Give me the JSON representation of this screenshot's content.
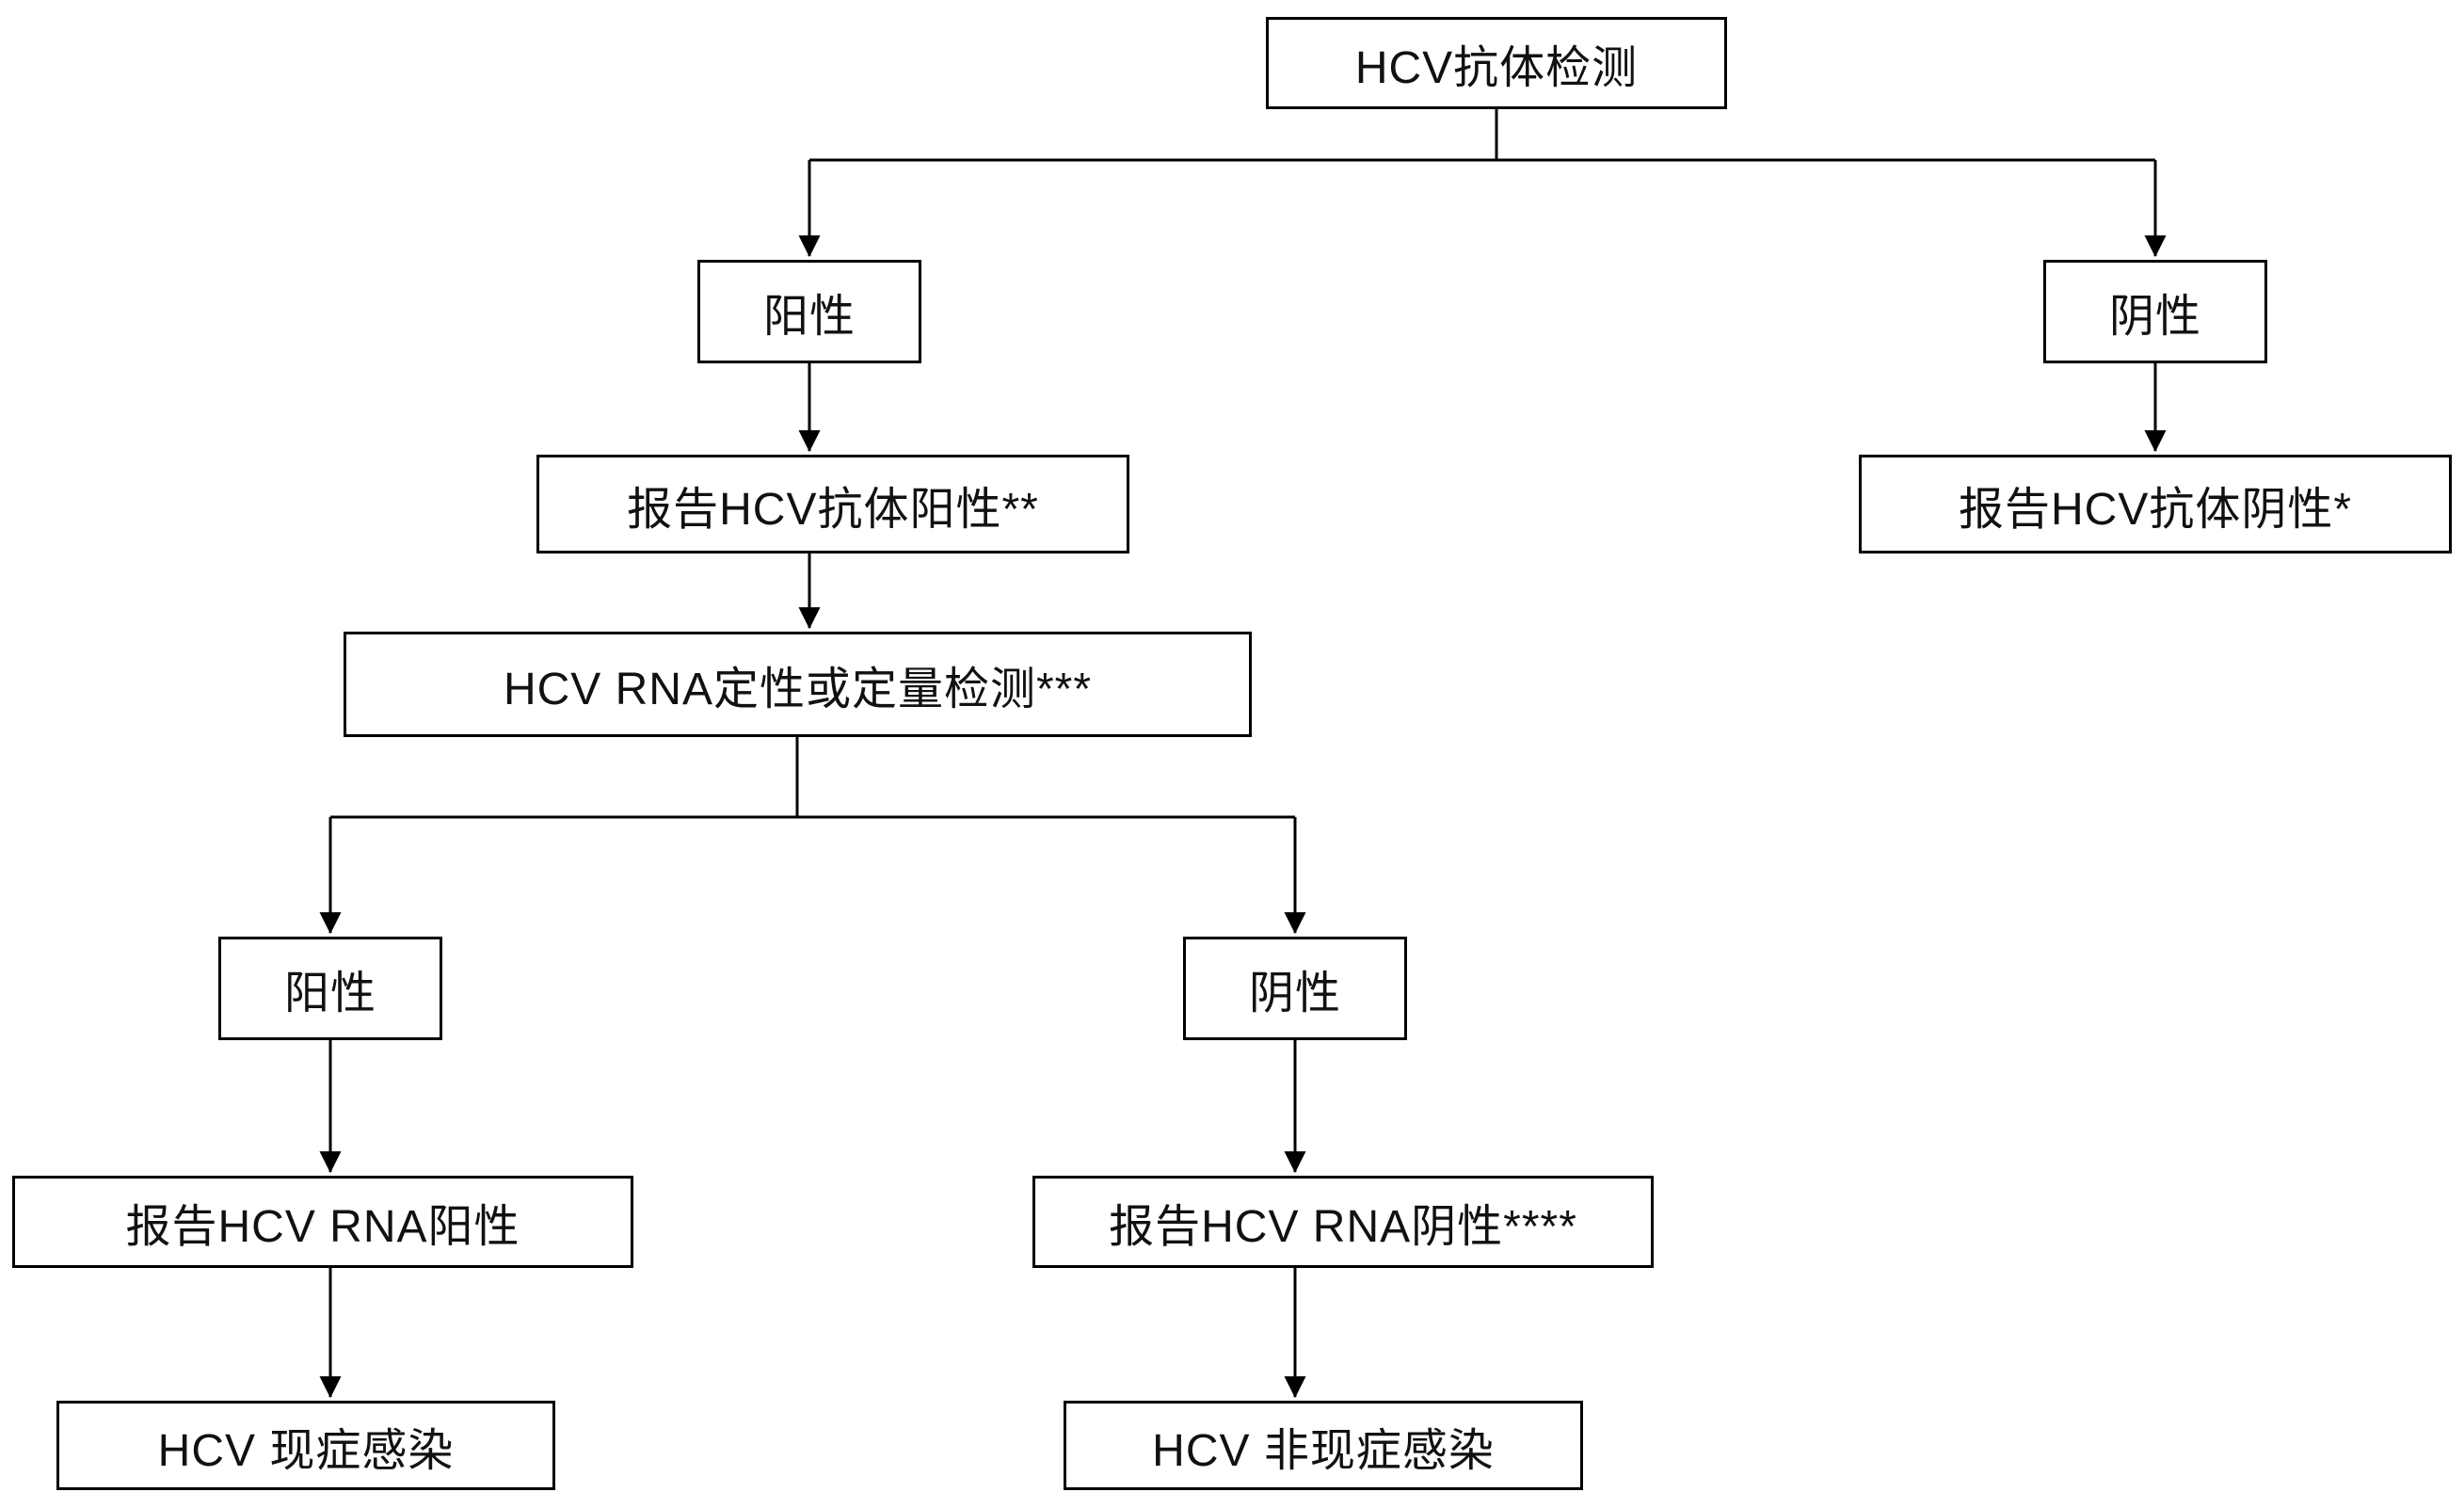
{
  "diagram": {
    "kind": "flowchart",
    "language": "zh-CN",
    "colors": {
      "line": "#000000",
      "box_border": "#000000",
      "background": "#ffffff",
      "text": "#111111"
    },
    "nodes": {
      "root": "HCV抗体检测",
      "positive1": "阳性",
      "negative1": "阴性",
      "report_ab_positive": "报告HCV抗体阳性**",
      "report_ab_negative": "报告HCV抗体阴性*",
      "rna_test": "HCV RNA定性或定量检测***",
      "positive2": "阳性",
      "negative2": "阴性",
      "report_rna_positive": "报告HCV RNA阳性",
      "report_rna_negative": "报告HCV RNA阴性****",
      "current_infection": "HCV 现症感染",
      "not_current_infection": "HCV 非现症感染"
    },
    "edges": [
      {
        "from": "root",
        "to": "positive1"
      },
      {
        "from": "root",
        "to": "negative1"
      },
      {
        "from": "positive1",
        "to": "report_ab_positive"
      },
      {
        "from": "negative1",
        "to": "report_ab_negative"
      },
      {
        "from": "report_ab_positive",
        "to": "rna_test"
      },
      {
        "from": "rna_test",
        "to": "positive2"
      },
      {
        "from": "rna_test",
        "to": "negative2"
      },
      {
        "from": "positive2",
        "to": "report_rna_positive"
      },
      {
        "from": "negative2",
        "to": "report_rna_negative"
      },
      {
        "from": "report_rna_positive",
        "to": "current_infection"
      },
      {
        "from": "report_rna_negative",
        "to": "not_current_infection"
      }
    ]
  }
}
